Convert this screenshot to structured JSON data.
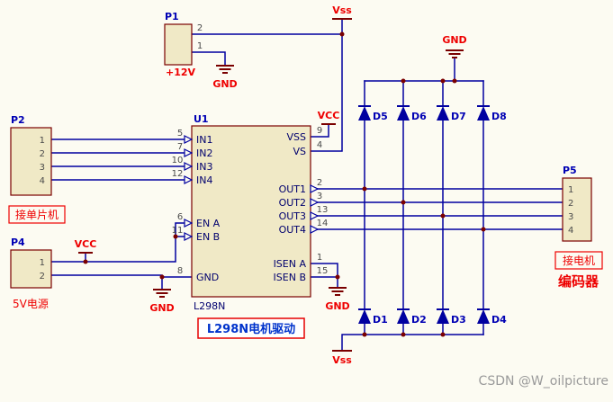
{
  "connectors": {
    "p1": {
      "ref": "P1",
      "voltage": "+12V",
      "pin_top": "2",
      "pin_bottom": "1"
    },
    "p2": {
      "ref": "P2",
      "pins": [
        "1",
        "2",
        "3",
        "4"
      ],
      "caption": "接单片机"
    },
    "p4": {
      "ref": "P4",
      "pins": [
        "1",
        "2"
      ],
      "caption": "5V电源"
    },
    "p5": {
      "ref": "P5",
      "pins": [
        "1",
        "2",
        "3",
        "4"
      ],
      "caption": "接电机",
      "caption2": "编码器"
    }
  },
  "ic": {
    "ref": "U1",
    "part": "L298N",
    "caption": "L298N电机驱动",
    "left_pins": [
      {
        "name": "IN1",
        "num": "5"
      },
      {
        "name": "IN2",
        "num": "7"
      },
      {
        "name": "IN3",
        "num": "10"
      },
      {
        "name": "IN4",
        "num": "12"
      },
      {
        "name": "EN A",
        "num": "6"
      },
      {
        "name": "EN B",
        "num": "11"
      },
      {
        "name": "GND",
        "num": "8"
      }
    ],
    "right_pins": [
      {
        "name": "VSS",
        "num": "9"
      },
      {
        "name": "VS",
        "num": "4"
      },
      {
        "name": "OUT1",
        "num": "2"
      },
      {
        "name": "OUT2",
        "num": "3"
      },
      {
        "name": "OUT3",
        "num": "13"
      },
      {
        "name": "OUT4",
        "num": "14"
      },
      {
        "name": "ISEN A",
        "num": "1"
      },
      {
        "name": "ISEN B",
        "num": "15"
      }
    ]
  },
  "power": {
    "vss_top": "Vss",
    "gnd_top": "GND",
    "vcc_ic": "VCC",
    "vcc_p4": "VCC",
    "gnd_p1": "GND",
    "gnd_left": "GND",
    "gnd_isen": "GND",
    "vss_bottom": "Vss"
  },
  "diodes": {
    "top": [
      "D5",
      "D6",
      "D7",
      "D8"
    ],
    "bottom": [
      "D1",
      "D2",
      "D3",
      "D4"
    ]
  },
  "watermark": "CSDN @W_oilpicture",
  "colors": {
    "page_bg": "#fcfbf2",
    "wire": "#0000a0",
    "power": "#ee0000",
    "symbol": "#7a0000",
    "body_fill": "#f0e9c6",
    "body_stroke": "#7a0000",
    "designator": "#0000b4",
    "pin_name": "#00006e",
    "pin_number": "#4a4a4a",
    "caption_blue": "#0033cc"
  }
}
